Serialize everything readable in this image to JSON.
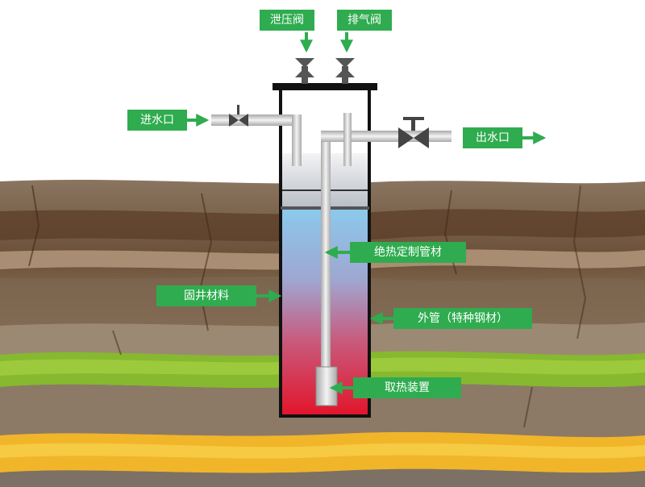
{
  "labels": {
    "pressure_valve": "泄压阀",
    "exhaust_valve": "排气阀",
    "water_inlet": "进水口",
    "water_outlet": "出水口",
    "insulated_pipe": "绝热定制管材",
    "well_material": "固井材料",
    "outer_pipe": "外管（特种钢材）",
    "heat_extractor": "取热装置"
  },
  "colors": {
    "label_bg": "#2fac4f",
    "arrow": "#2fac4f",
    "hot": "#e3142a",
    "cold": "#8cc9ec",
    "pipe": "#c8c8c8",
    "frame": "#111111"
  },
  "icons": [
    "valve-icon",
    "arrow-icon"
  ]
}
